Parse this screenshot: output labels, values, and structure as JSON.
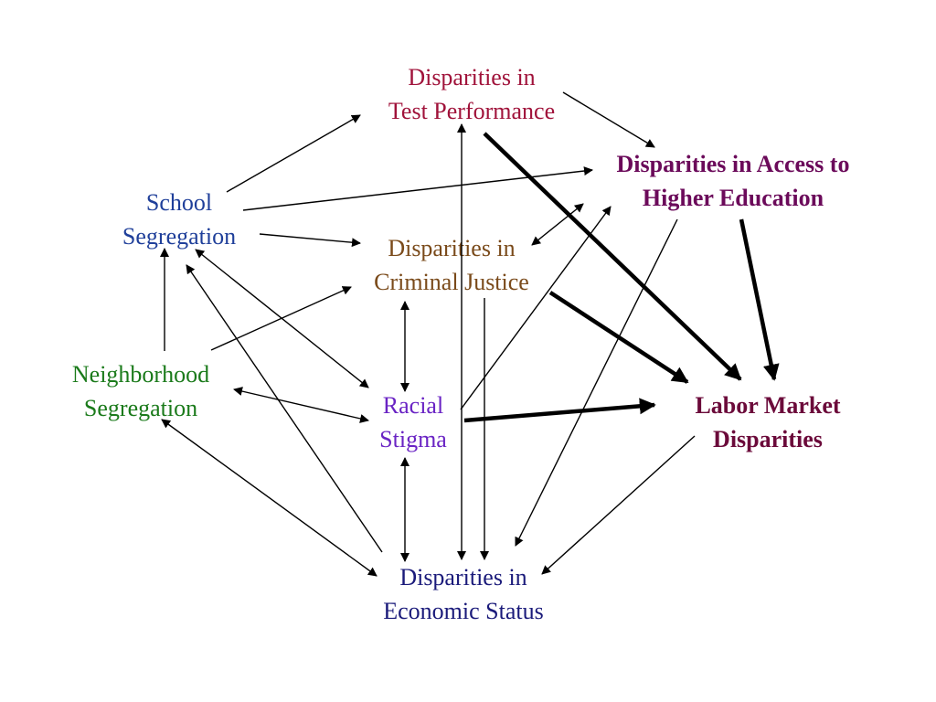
{
  "nodes": {
    "test_performance": {
      "lines": [
        "Disparities in",
        "Test Performance"
      ],
      "color": "#a0123a"
    },
    "access_higher_education": {
      "lines": [
        "Disparities in Access to",
        "Higher Education"
      ],
      "color": "#6b0a5a"
    },
    "school_segregation": {
      "lines": [
        "School",
        "Segregation"
      ],
      "color": "#1f3f9a"
    },
    "criminal_justice": {
      "lines": [
        "Disparities in",
        "Criminal Justice"
      ],
      "color": "#7a4a1a"
    },
    "neighborhood_segregation": {
      "lines": [
        "Neighborhood",
        "Segregation"
      ],
      "color": "#1a7a1a"
    },
    "racial_stigma": {
      "lines": [
        "Racial",
        "Stigma"
      ],
      "color": "#6a24c4"
    },
    "labor_market": {
      "lines": [
        "Labor Market",
        "Disparities"
      ],
      "color": "#6b0a3a"
    },
    "economic_status": {
      "lines": [
        "Disparities in",
        "Economic Status"
      ],
      "color": "#1a1a7a"
    }
  },
  "edges": [
    {
      "from": "school_segregation",
      "to": "test_performance",
      "weight": "thin",
      "direction": "forward"
    },
    {
      "from": "school_segregation",
      "to": "access_higher_education",
      "weight": "thin",
      "direction": "forward"
    },
    {
      "from": "school_segregation",
      "to": "criminal_justice",
      "weight": "thin",
      "direction": "forward"
    },
    {
      "from": "test_performance",
      "to": "access_higher_education",
      "weight": "thin",
      "direction": "forward"
    },
    {
      "from": "test_performance",
      "to": "labor_market",
      "weight": "thick",
      "direction": "forward"
    },
    {
      "from": "test_performance",
      "to": "economic_status",
      "weight": "thin",
      "direction": "both"
    },
    {
      "from": "access_higher_education",
      "to": "criminal_justice",
      "weight": "thin",
      "direction": "both"
    },
    {
      "from": "access_higher_education",
      "to": "labor_market",
      "weight": "thick",
      "direction": "forward"
    },
    {
      "from": "access_higher_education",
      "to": "economic_status",
      "weight": "thin",
      "direction": "forward"
    },
    {
      "from": "neighborhood_segregation",
      "to": "school_segregation",
      "weight": "thin",
      "direction": "forward"
    },
    {
      "from": "neighborhood_segregation",
      "to": "criminal_justice",
      "weight": "thin",
      "direction": "forward"
    },
    {
      "from": "neighborhood_segregation",
      "to": "racial_stigma",
      "weight": "thin",
      "direction": "both"
    },
    {
      "from": "neighborhood_segregation",
      "to": "economic_status",
      "weight": "thin",
      "direction": "both"
    },
    {
      "from": "school_segregation",
      "to": "racial_stigma",
      "weight": "thin",
      "direction": "both"
    },
    {
      "from": "economic_status",
      "to": "school_segregation",
      "weight": "thin",
      "direction": "forward"
    },
    {
      "from": "criminal_justice",
      "to": "racial_stigma",
      "weight": "thin",
      "direction": "both"
    },
    {
      "from": "criminal_justice",
      "to": "labor_market",
      "weight": "thick",
      "direction": "forward"
    },
    {
      "from": "criminal_justice",
      "to": "economic_status",
      "weight": "thin",
      "direction": "forward"
    },
    {
      "from": "racial_stigma",
      "to": "access_higher_education",
      "weight": "thin",
      "direction": "forward"
    },
    {
      "from": "racial_stigma",
      "to": "labor_market",
      "weight": "thick",
      "direction": "forward"
    },
    {
      "from": "racial_stigma",
      "to": "economic_status",
      "weight": "thin",
      "direction": "both"
    },
    {
      "from": "labor_market",
      "to": "economic_status",
      "weight": "thin",
      "direction": "forward"
    }
  ]
}
